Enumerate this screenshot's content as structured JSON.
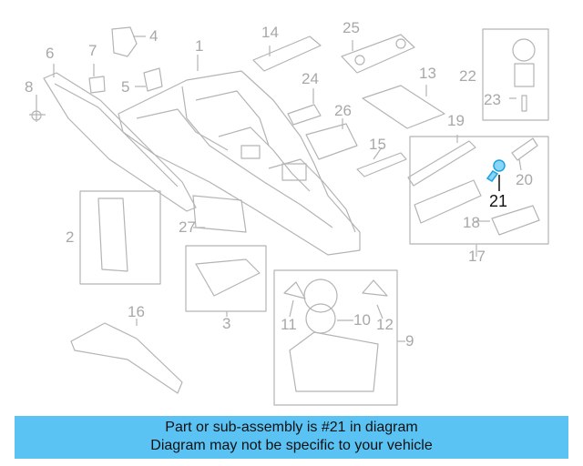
{
  "diagram": {
    "callouts": [
      {
        "id": "1",
        "label": "1"
      },
      {
        "id": "2",
        "label": "2"
      },
      {
        "id": "3",
        "label": "3"
      },
      {
        "id": "4",
        "label": "4"
      },
      {
        "id": "5",
        "label": "5"
      },
      {
        "id": "6",
        "label": "6"
      },
      {
        "id": "7",
        "label": "7"
      },
      {
        "id": "8",
        "label": "8"
      },
      {
        "id": "9",
        "label": "9"
      },
      {
        "id": "10",
        "label": "10"
      },
      {
        "id": "11",
        "label": "11"
      },
      {
        "id": "12",
        "label": "12"
      },
      {
        "id": "13",
        "label": "13"
      },
      {
        "id": "14",
        "label": "14"
      },
      {
        "id": "15",
        "label": "15"
      },
      {
        "id": "16",
        "label": "16"
      },
      {
        "id": "17",
        "label": "17"
      },
      {
        "id": "18",
        "label": "18"
      },
      {
        "id": "19",
        "label": "19"
      },
      {
        "id": "20",
        "label": "20"
      },
      {
        "id": "21",
        "label": "21"
      },
      {
        "id": "22",
        "label": "22"
      },
      {
        "id": "23",
        "label": "23"
      },
      {
        "id": "24",
        "label": "24"
      },
      {
        "id": "25",
        "label": "25"
      },
      {
        "id": "26",
        "label": "26"
      },
      {
        "id": "27",
        "label": "27"
      }
    ],
    "highlighted_part": "21",
    "colors": {
      "line": "#b4b4b4",
      "highlight": "#1aa3e0",
      "banner": "#5bc3f4"
    }
  },
  "banner": {
    "line1": "Part or sub-assembly is #21 in diagram",
    "line2": "Diagram may not be specific to your vehicle"
  }
}
